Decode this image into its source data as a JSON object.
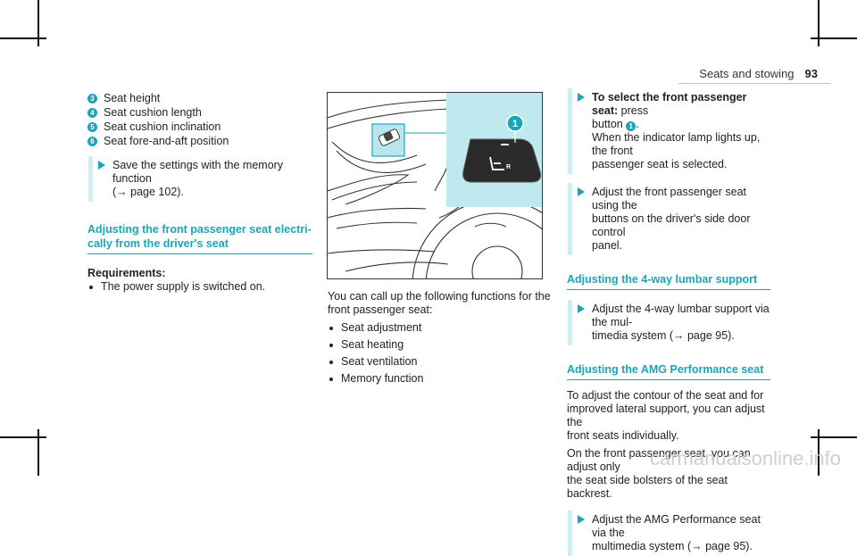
{
  "header": {
    "section": "Seats and stowing",
    "page_number": "93"
  },
  "left": {
    "items": [
      {
        "num": "3",
        "text": "Seat height"
      },
      {
        "num": "4",
        "text": "Seat cushion length"
      },
      {
        "num": "5",
        "text": "Seat cushion inclination"
      },
      {
        "num": "6",
        "text": "Seat fore-and-aft position"
      }
    ],
    "save_step": {
      "line1": "Save the settings with the memory function",
      "line2": "(→ page 102)."
    },
    "section": {
      "line1": "Adjusting the front passenger seat electri-",
      "line2": "cally from the driver's seat"
    },
    "requirements_label": "Requirements:",
    "requirement": "The power supply is switched on."
  },
  "figure": {
    "callout": "1"
  },
  "middle": {
    "intro_line1": "You can call up the following functions for the",
    "intro_line2": "front passenger seat:",
    "functions": [
      "Seat adjustment",
      "Seat heating",
      "Seat ventilation",
      "Memory function"
    ]
  },
  "right": {
    "step1": {
      "bold": "To select the front passenger seat:",
      "rest1": " press",
      "line2_pre": "button",
      "badge": "1",
      "line3": "When the indicator lamp lights up, the front",
      "line4": "passenger seat is selected."
    },
    "step2": {
      "line1": "Adjust the front passenger seat using the",
      "line2": "buttons on the driver's side door control",
      "line3": "panel."
    },
    "lumbar_title": "Adjusting the 4-way lumbar support",
    "lumbar_step": {
      "line1": "Adjust the 4-way lumbar support via the mul-",
      "line2": "timedia system (→ page 95)."
    },
    "amg_title": "Adjusting the AMG Performance seat",
    "amg_p1": [
      "To adjust the contour of the seat and for",
      "improved lateral support, you can adjust the",
      "front seats individually."
    ],
    "amg_p2": [
      "On the front passenger seat, you can adjust only",
      "the seat side bolsters of the seat backrest."
    ],
    "amg_step": {
      "line1": "Adjust the AMG Performance seat via the",
      "line2": "multimedia system (→ page 95)."
    }
  },
  "watermark": "carmanualsonline.info"
}
